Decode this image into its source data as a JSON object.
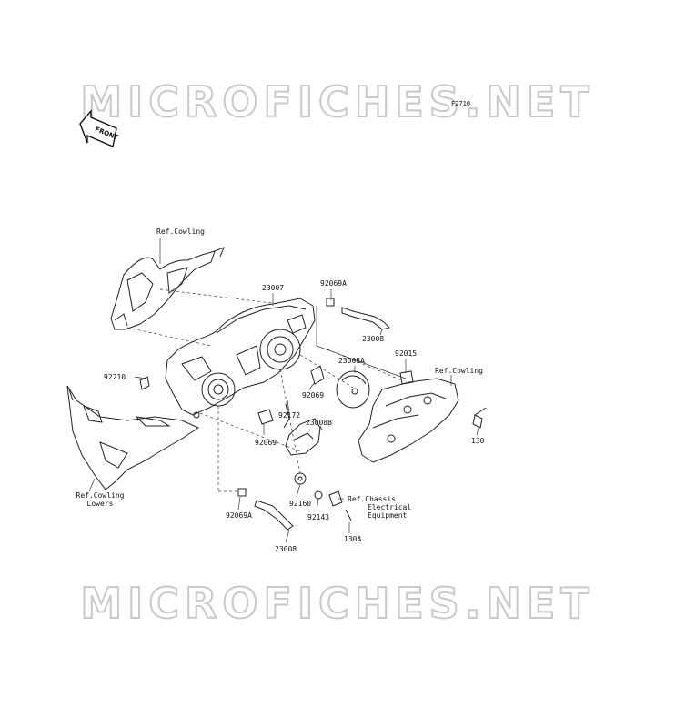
{
  "watermark": "MICROFICHES.NET",
  "figure_code": "F2710",
  "front_label": "FRONT",
  "labels": {
    "ref_cowling_top": "Ref.Cowling",
    "p23007": "23007",
    "p92069A_top": "92069A",
    "p23008_top": "23008",
    "p23008A": "23008A",
    "p92015": "92015",
    "ref_cowling_right": "Ref.Cowling",
    "p92210": "92210",
    "p92069_a": "92069",
    "p92172": "92172",
    "p23008B": "23008B",
    "p92069_b": "92069",
    "p130": "130",
    "ref_cowling_lowers_1": "Ref.Cowling",
    "ref_cowling_lowers_2": "Lowers",
    "p92160": "92160",
    "ref_chassis_1": "Ref.Chassis",
    "ref_chassis_2": "Electrical",
    "ref_chassis_3": "Equipment",
    "p92069A_bottom": "92069A",
    "p92143": "92143",
    "p130A": "130A",
    "p23008_bottom": "23008"
  }
}
